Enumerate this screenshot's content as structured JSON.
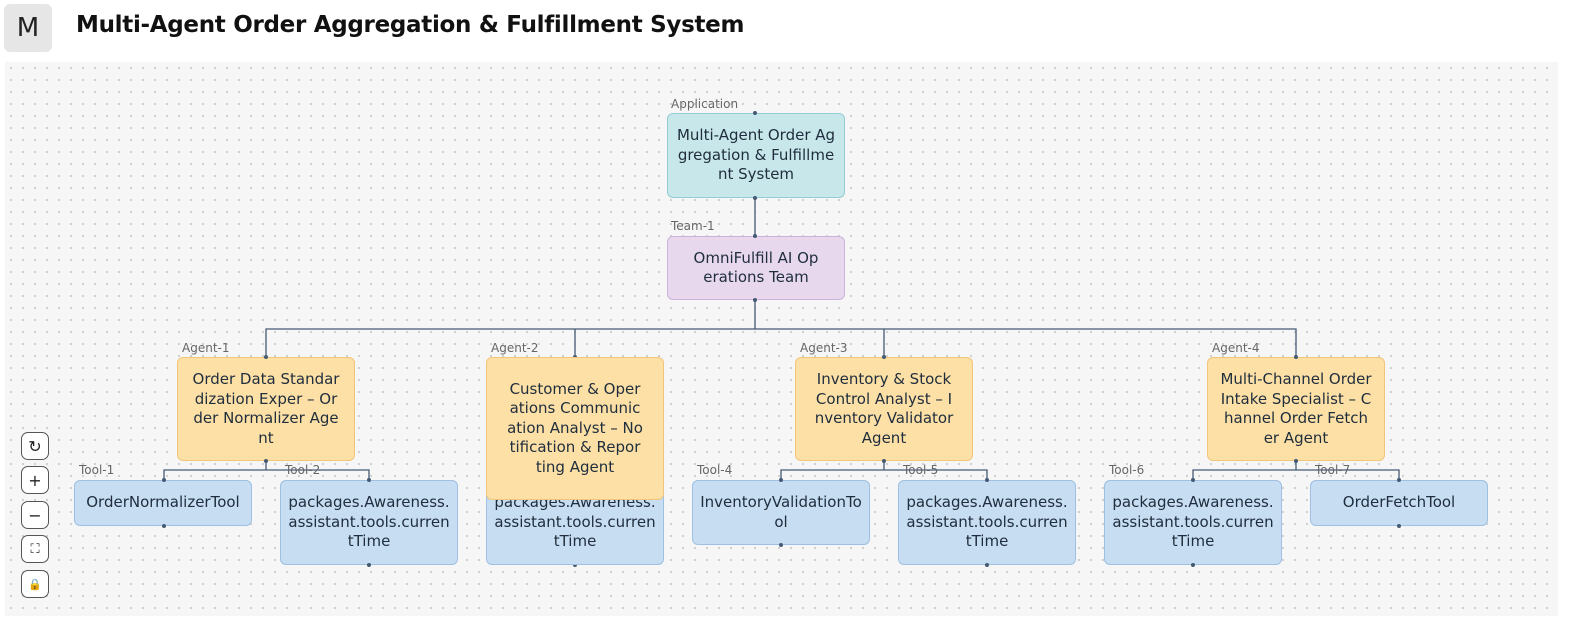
{
  "header": {
    "logo_letter": "M",
    "title": "Multi-Agent Order Aggregation & Fulfillment System"
  },
  "nodes": {
    "app": {
      "tag": "Application",
      "label": "Multi-Agent Order Aggregation & Fulfillment System"
    },
    "team": {
      "tag": "Team-1",
      "label": "OmniFulfill AI Operations Team"
    },
    "agent1": {
      "tag": "Agent-1",
      "label": "Order Data Standardization Exper – Order Normalizer Agent"
    },
    "agent2": {
      "tag": "Agent-2",
      "label": "Customer & Operations Communication Analyst – Notification & Reporting Agent"
    },
    "agent3": {
      "tag": "Agent-3",
      "label": "Inventory & Stock Control Analyst – Inventory Validator Agent"
    },
    "agent4": {
      "tag": "Agent-4",
      "label": "Multi-Channel Order Intake Specialist – Channel Order Fetcher Agent"
    },
    "tool1": {
      "tag": "Tool-1",
      "label": "OrderNormalizerTool"
    },
    "tool2": {
      "tag": "Tool-2",
      "label": "packages.Awareness.assistant.tools.currentTime"
    },
    "tool3": {
      "tag": "",
      "label": "packages.Awareness.assistant.tools.currentTime"
    },
    "tool4": {
      "tag": "Tool-4",
      "label": "InventoryValidationTool"
    },
    "tool5": {
      "tag": "Tool-5",
      "label": "packages.Awareness.assistant.tools.currentTime"
    },
    "tool6": {
      "tag": "Tool-6",
      "label": "packages.Awareness.assistant.tools.currentTime"
    },
    "tool7": {
      "tag": "Tool-7",
      "label": "OrderFetchTool"
    }
  },
  "controls": {
    "reset": "↻",
    "zoom_in": "+",
    "zoom_out": "−",
    "fit": "⛶",
    "lock": "🔒"
  },
  "colors": {
    "application": "#c7e7ea",
    "team": "#e8d8ee",
    "agent": "#fde0a6",
    "tool": "#c7ddf2",
    "edge": "#455a74"
  }
}
